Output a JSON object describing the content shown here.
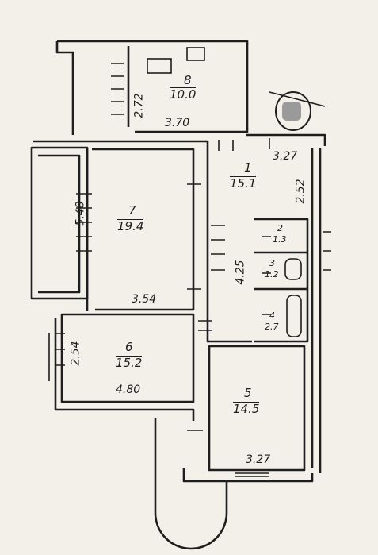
{
  "plan": {
    "colors": {
      "paper": "#f3f0ea",
      "ink": "#1e1e1e"
    },
    "rooms": [
      {
        "id": "1",
        "number": "1",
        "area": "15.1"
      },
      {
        "id": "2",
        "number": "2",
        "area": "1.3"
      },
      {
        "id": "3",
        "number": "3",
        "area": "1.2"
      },
      {
        "id": "4",
        "number": "4",
        "area": "2.7"
      },
      {
        "id": "5",
        "number": "5",
        "area": "14.5"
      },
      {
        "id": "6",
        "number": "6",
        "area": "15.2"
      },
      {
        "id": "7",
        "number": "7",
        "area": "19.4"
      },
      {
        "id": "8",
        "number": "8",
        "area": "10.0"
      }
    ],
    "dimensions": {
      "room8_height": "2.72",
      "room8_width": "3.70",
      "hall_width": "3.27",
      "hall_height": "2.52",
      "room7_height": "5.48",
      "room7_width": "3.54",
      "corridor_length": "4.25",
      "room6_height": "2.54",
      "room6_width": "4.80",
      "room5_width": "3.27"
    }
  }
}
